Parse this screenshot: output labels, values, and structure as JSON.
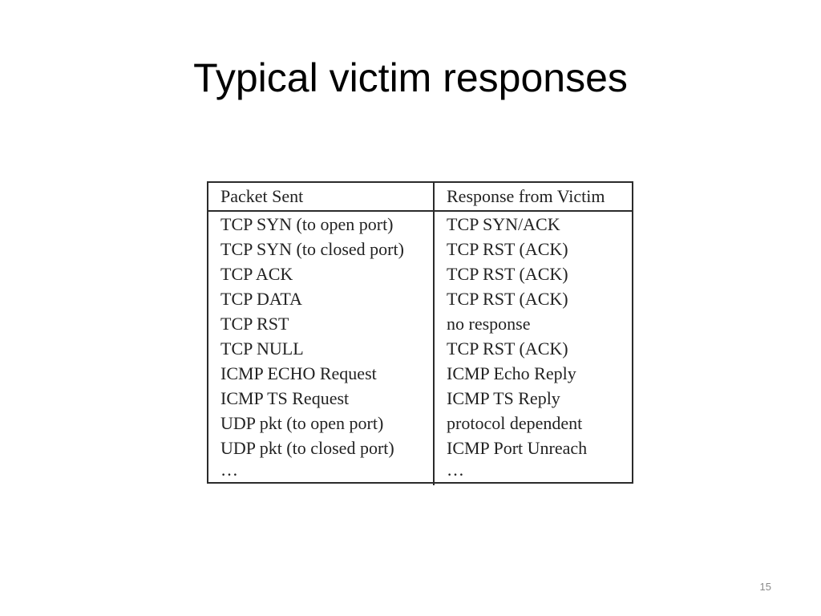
{
  "slide": {
    "title": "Typical victim responses",
    "page_number": "15"
  },
  "table": {
    "headers": [
      "Packet Sent",
      "Response from Victim"
    ],
    "rows": [
      [
        "TCP SYN (to open port)",
        "TCP SYN/ACK"
      ],
      [
        "TCP SYN (to closed port)",
        "TCP RST (ACK)"
      ],
      [
        "TCP ACK",
        "TCP RST (ACK)"
      ],
      [
        "TCP DATA",
        "TCP RST (ACK)"
      ],
      [
        "TCP RST",
        "no response"
      ],
      [
        "TCP NULL",
        "TCP RST (ACK)"
      ],
      [
        "ICMP ECHO Request",
        "ICMP Echo Reply"
      ],
      [
        "ICMP TS Request",
        "ICMP TS Reply"
      ],
      [
        "UDP pkt (to open port)",
        "protocol dependent"
      ],
      [
        "UDP pkt (to closed port)",
        "ICMP Port Unreach"
      ],
      [
        "…",
        "…"
      ]
    ]
  }
}
